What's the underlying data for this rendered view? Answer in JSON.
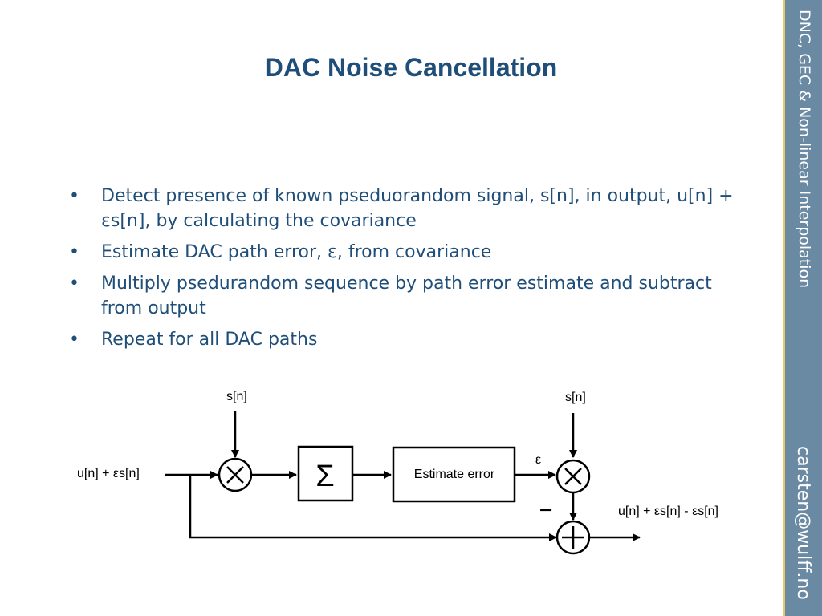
{
  "slide": {
    "title": "DAC Noise Cancellation",
    "bullets": [
      "Detect presence of known pseduorandom signal, s[n], in output, u[n] + εs[n], by calculating the covariance",
      "Estimate DAC path error, ε, from covariance",
      "Multiply psedurandom sequence by path error estimate and subtract from output",
      "Repeat for all DAC paths"
    ],
    "bullet_char": "•"
  },
  "sidebar": {
    "header": "DNC, GEC & Non-linear Interpolation",
    "footer": "carsten@wulff.no"
  },
  "diagram": {
    "input_label": "u[n] + εs[n]",
    "s_label_1": "s[n]",
    "s_label_2": "s[n]",
    "sum_symbol": "Σ",
    "estimate_block_label": "Estimate error",
    "epsilon_label": "ε",
    "minus_sign": "−",
    "output_label": "u[n] + εs[n] - εs[n]"
  }
}
